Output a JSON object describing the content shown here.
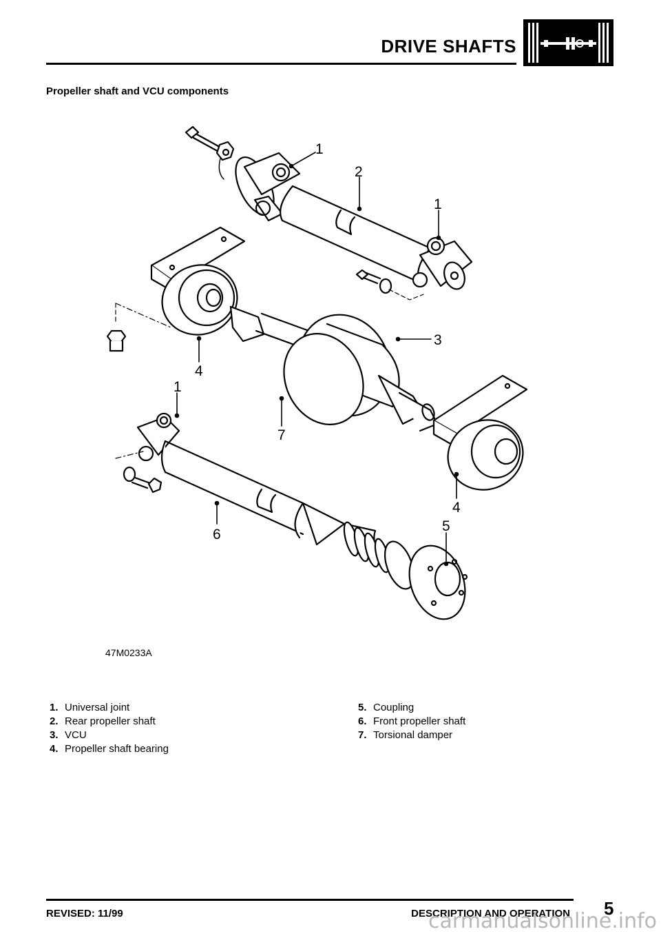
{
  "header": {
    "title": "DRIVE SHAFTS",
    "icon": "drive-shaft-icon"
  },
  "section": {
    "heading": "Propeller shaft and VCU components"
  },
  "figure": {
    "reference": "47M0233A",
    "callouts": [
      "1",
      "2",
      "1",
      "3",
      "4",
      "1",
      "7",
      "4",
      "5",
      "6"
    ]
  },
  "legend": {
    "left": [
      {
        "num": "1.",
        "text": "Universal joint"
      },
      {
        "num": "2.",
        "text": "Rear propeller shaft"
      },
      {
        "num": "3.",
        "text": "VCU"
      },
      {
        "num": "4.",
        "text": "Propeller shaft bearing"
      }
    ],
    "right": [
      {
        "num": "5.",
        "text": "Coupling"
      },
      {
        "num": "6.",
        "text": "Front propeller shaft"
      },
      {
        "num": "7.",
        "text": "Torsional damper"
      }
    ]
  },
  "footer": {
    "revised": "REVISED: 11/99",
    "section": "DESCRIPTION AND OPERATION",
    "page": "5"
  },
  "watermark": "carmanualsonline.info"
}
